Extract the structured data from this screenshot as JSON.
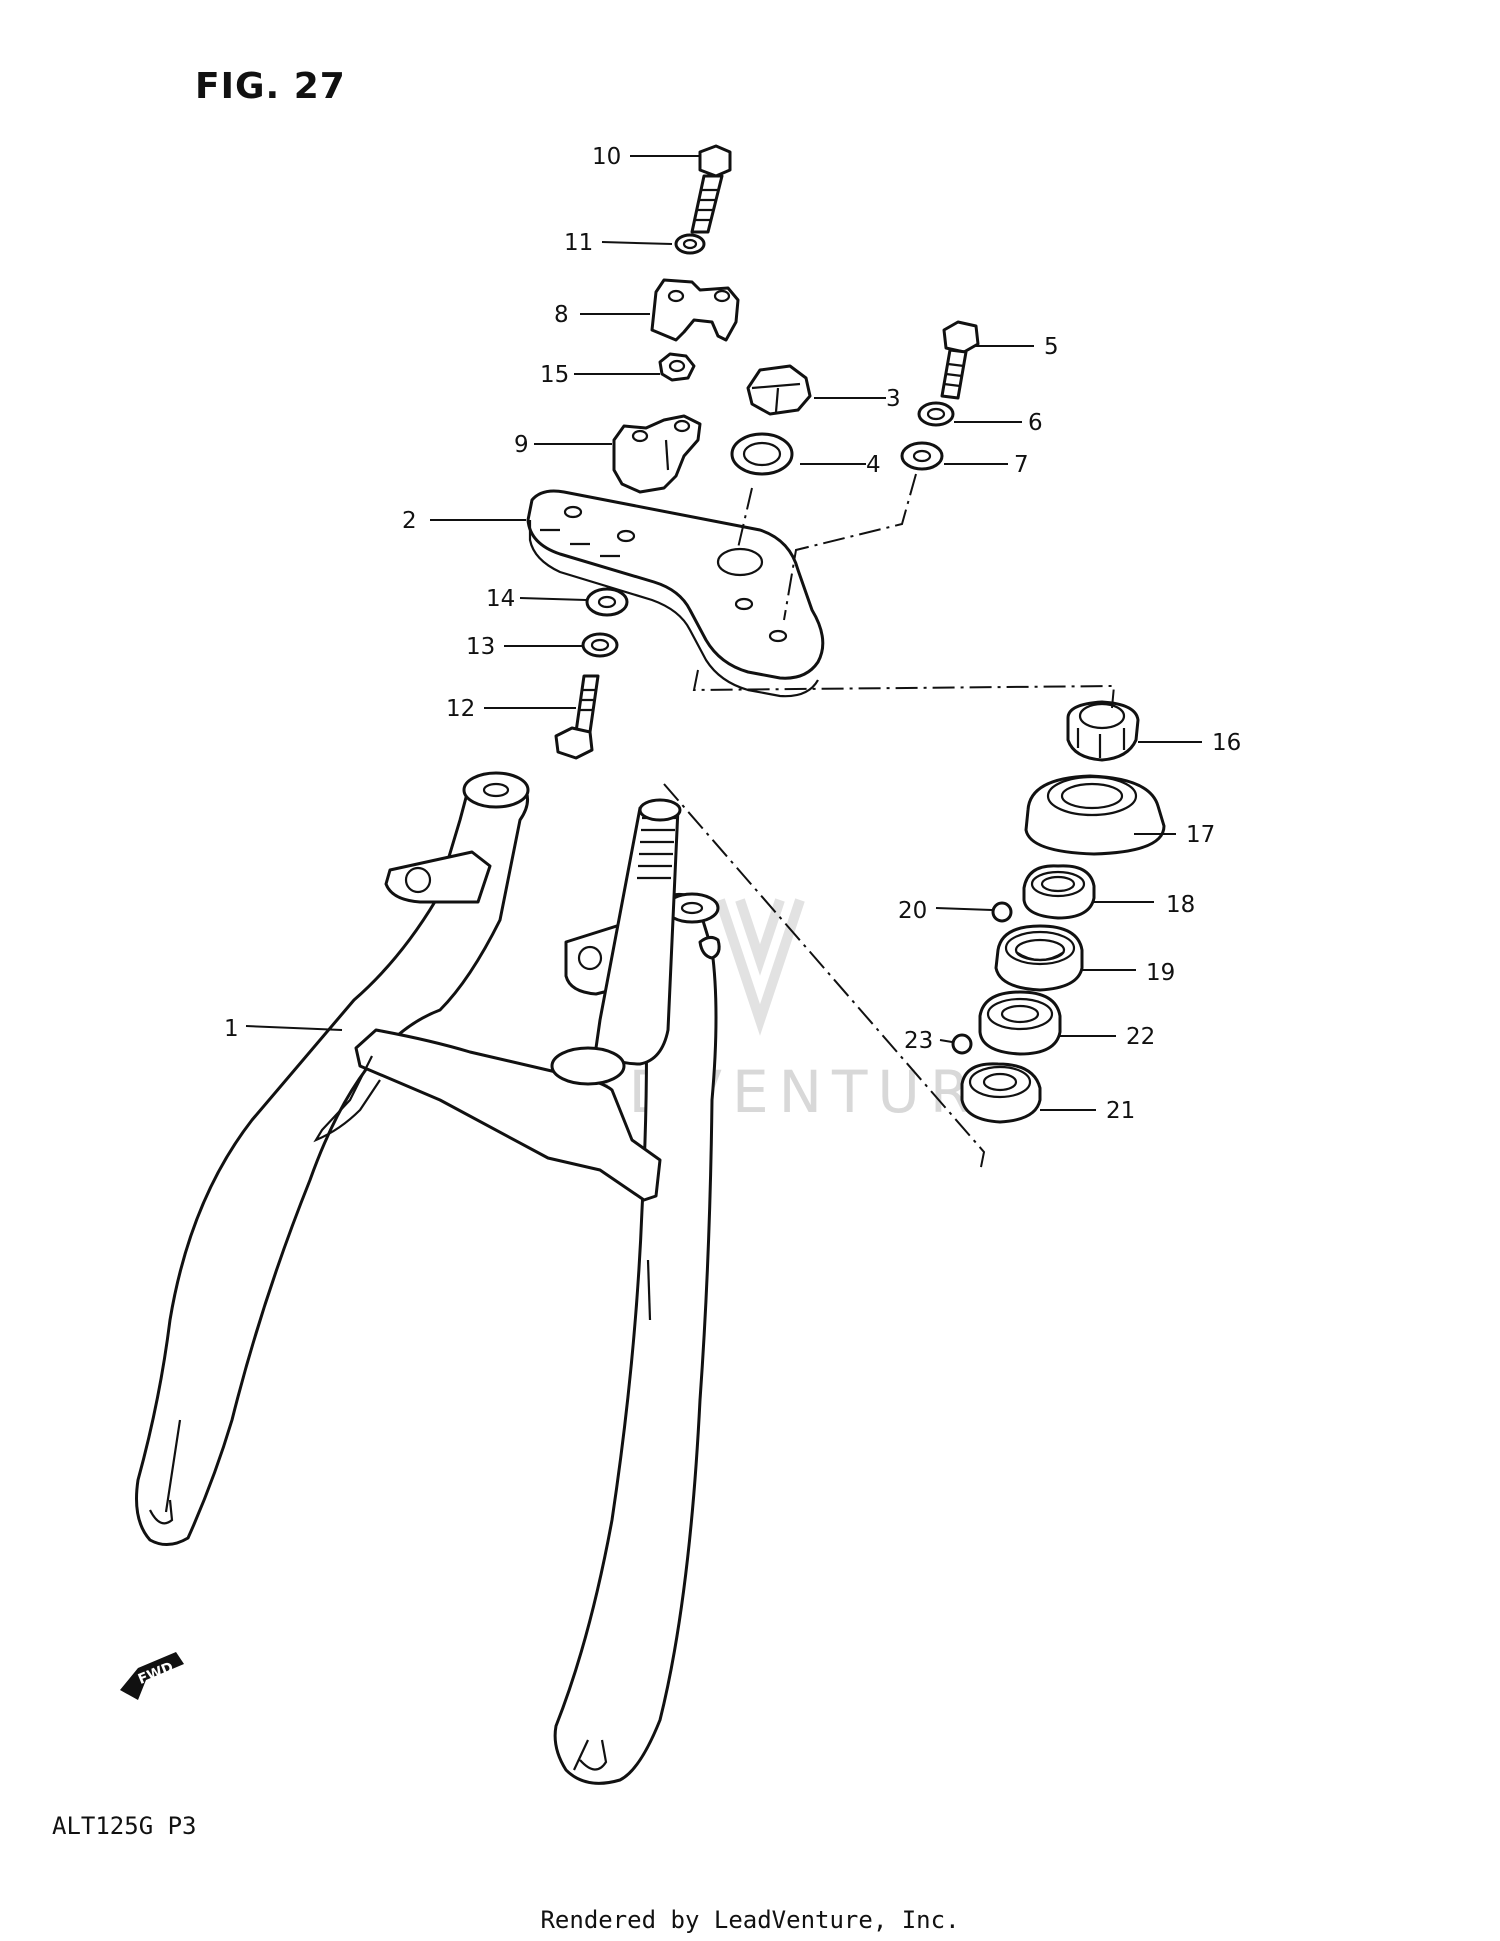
{
  "figure": {
    "title": "FIG. 27",
    "model_code": "ALT125G P3"
  },
  "watermark": "LEADVENTURE",
  "footer": {
    "credit": "Rendered by LeadVenture, Inc."
  },
  "direction_badge": "FWD",
  "callouts": [
    {
      "number": "1"
    },
    {
      "number": "2"
    },
    {
      "number": "3"
    },
    {
      "number": "4"
    },
    {
      "number": "5"
    },
    {
      "number": "6"
    },
    {
      "number": "7"
    },
    {
      "number": "8"
    },
    {
      "number": "9"
    },
    {
      "number": "10"
    },
    {
      "number": "11"
    },
    {
      "number": "12"
    },
    {
      "number": "13"
    },
    {
      "number": "14"
    },
    {
      "number": "15"
    },
    {
      "number": "16"
    },
    {
      "number": "17"
    },
    {
      "number": "18"
    },
    {
      "number": "19"
    },
    {
      "number": "20"
    },
    {
      "number": "21"
    },
    {
      "number": "22"
    },
    {
      "number": "23"
    }
  ]
}
